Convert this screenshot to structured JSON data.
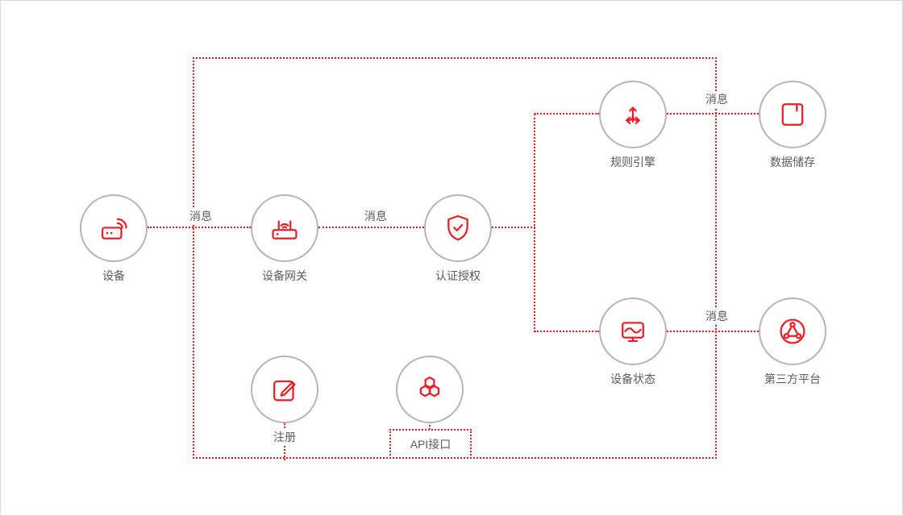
{
  "colors": {
    "accent_red": "#ed1c24",
    "node_border_gray": "#b9b4b4",
    "label_text": "#5f5a5a"
  },
  "nodes": {
    "device": {
      "label": "设备",
      "icon": "device-icon"
    },
    "gateway": {
      "label": "设备网关",
      "icon": "router-icon"
    },
    "auth": {
      "label": "认证授权",
      "icon": "shield-check-icon"
    },
    "rule_engine": {
      "label": "规则引擎",
      "icon": "branch-arrows-icon"
    },
    "storage": {
      "label": "数据储存",
      "icon": "disk-icon"
    },
    "status": {
      "label": "设备状态",
      "icon": "monitor-wave-icon"
    },
    "third_party": {
      "label": "第三方平台",
      "icon": "network-triangle-icon"
    },
    "register": {
      "label": "注册",
      "icon": "edit-pencil-icon"
    },
    "api": {
      "label": "API接口",
      "icon": "hexagons-icon"
    }
  },
  "edges": {
    "device_to_gateway": {
      "label": "消息"
    },
    "gateway_to_auth": {
      "label": "消息"
    },
    "rule_engine_to_storage": {
      "label": "消息"
    },
    "status_to_third_party": {
      "label": "消息"
    }
  }
}
